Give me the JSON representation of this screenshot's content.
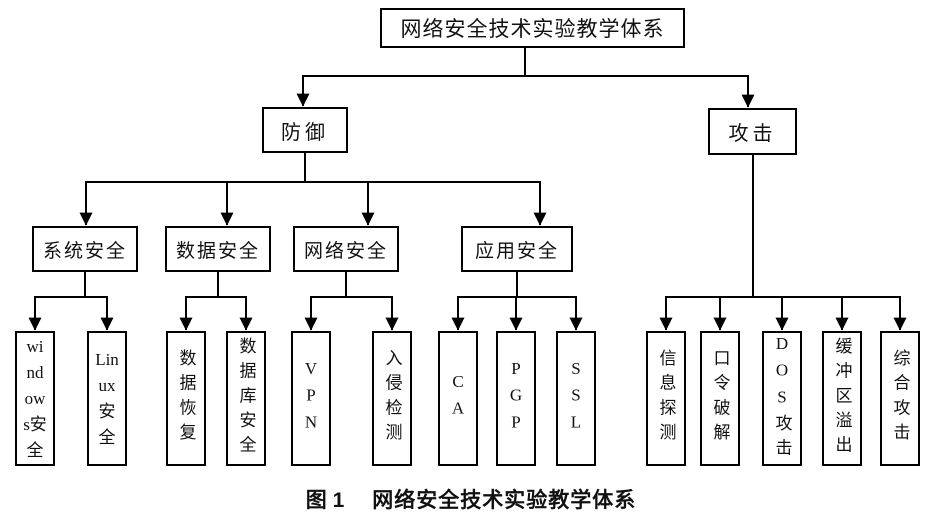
{
  "colors": {
    "line": "#000000",
    "text": "#111111",
    "background": "#ffffff"
  },
  "tree": {
    "root": "网络安全技术实验教学体系",
    "defense": {
      "label": "防御",
      "groups": [
        {
          "label": "系统安全",
          "children": [
            "windows安全",
            "Linux安全"
          ]
        },
        {
          "label": "数据安全",
          "children": [
            "数据恢复",
            "数据库安全"
          ]
        },
        {
          "label": "网络安全",
          "children": [
            "VPN",
            "入侵检测"
          ]
        },
        {
          "label": "应用安全",
          "children": [
            "CA",
            "PGP",
            "SSL"
          ]
        }
      ]
    },
    "attack": {
      "label": "攻击",
      "children": [
        "信息探测",
        "口令破解",
        "DOS攻击",
        "缓冲区溢出",
        "综合攻击"
      ]
    }
  },
  "caption": {
    "tag": "图 1",
    "title": "网络安全技术实验教学体系"
  }
}
